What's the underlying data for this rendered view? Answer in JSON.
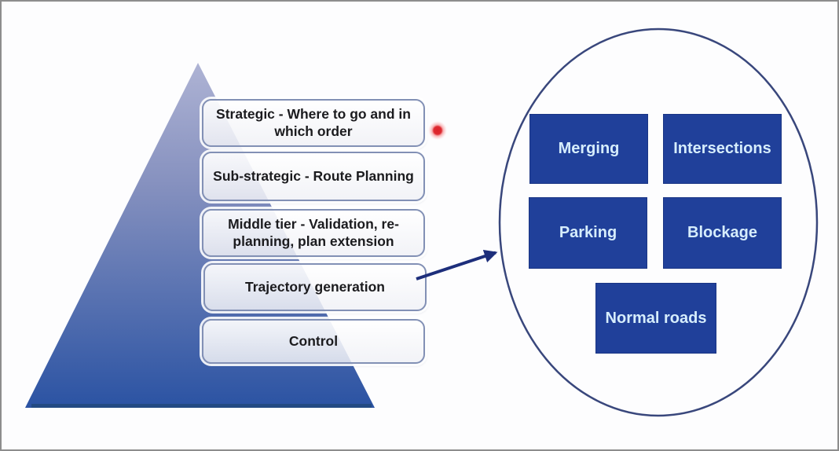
{
  "pyramid": {
    "levels": [
      {
        "label": "Strategic - Where to go and in which order"
      },
      {
        "label": "Sub-strategic - Route Planning"
      },
      {
        "label": "Middle tier - Validation, re-planning, plan extension"
      },
      {
        "label": "Trajectory generation"
      },
      {
        "label": "Control"
      }
    ]
  },
  "scenario_cluster": {
    "items": [
      {
        "label": "Merging"
      },
      {
        "label": "Intersections"
      },
      {
        "label": "Parking"
      },
      {
        "label": "Blockage"
      },
      {
        "label": "Normal roads"
      }
    ]
  },
  "connector": {
    "from": "Trajectory generation",
    "to": "scenario cluster ellipse"
  },
  "colors": {
    "pyramid_top": "#aeb3d4",
    "pyramid_mid": "#8691bf",
    "pyramid_bottom": "#2b53a3",
    "pyramid_base_edge": "#234a83",
    "level_box_border": "#8290b5",
    "scenario_box_fill": "#20409a",
    "scenario_text": "#d6edfc",
    "ellipse_stroke": "#39477c",
    "arrow": "#1d2e7b",
    "laser_dot": "#dc2027"
  }
}
